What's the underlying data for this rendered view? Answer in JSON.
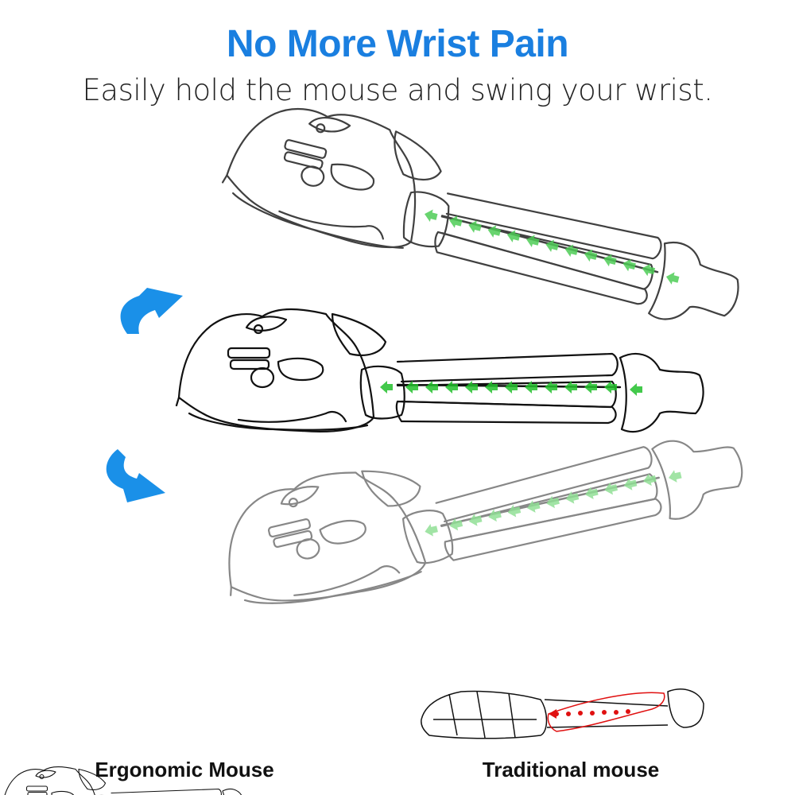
{
  "header": {
    "title": "No More Wrist Pain",
    "subtitle": "Easily hold the mouse and swing your wrist."
  },
  "comparison": {
    "ergonomic_label": "Ergonomic Mouse",
    "traditional_label": "Traditional mouse"
  },
  "colors": {
    "accent": "#1a7fe0",
    "good_arrow": "#1fbf2a",
    "bad_arrow": "#e01010",
    "line": "#111111"
  }
}
